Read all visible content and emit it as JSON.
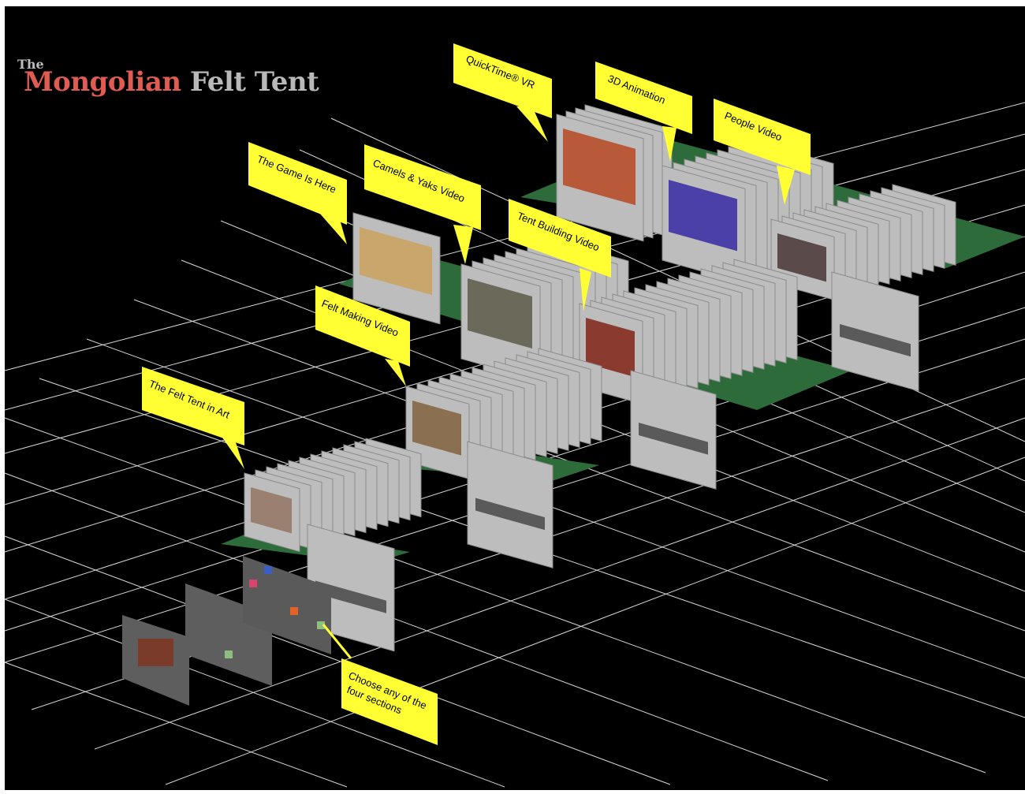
{
  "title": {
    "prefix": "The",
    "highlight": "Mongolian",
    "rest": "Felt Tent"
  },
  "callouts": {
    "quicktime_vr": "QuickTime® VR",
    "animation_3d": "3D Animation",
    "people_video": "People Video",
    "game": "The Game Is Here",
    "camels_yaks": "Camels & Yaks Video",
    "tent_building": "Tent Building Video",
    "felt_making": "Felt Making Video",
    "felt_tent_art": "The Felt Tent in Art",
    "choose_line1": "Choose any of the",
    "choose_line2": "four sections"
  },
  "colors": {
    "background": "#000000",
    "callout": "#ffff33",
    "platform": "#2e6b3a",
    "screen": "#bdbdbd",
    "accent_red": "#e05b52"
  }
}
